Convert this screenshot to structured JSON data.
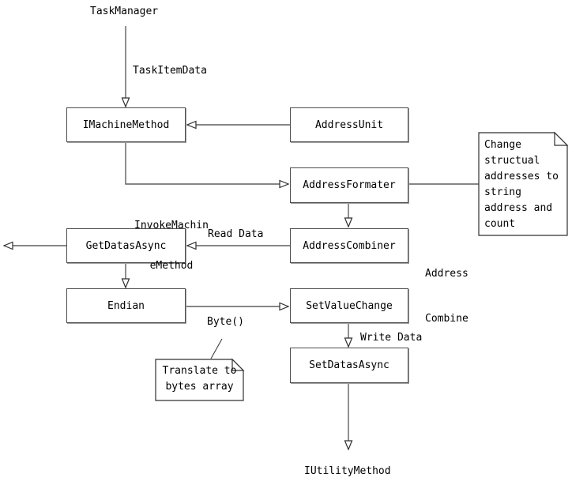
{
  "diagram": {
    "type": "flowchart",
    "nodes": {
      "imachinemethod": {
        "label": "IMachineMethod"
      },
      "addressunit": {
        "label": "AddressUnit"
      },
      "addressformater": {
        "label": "AddressFormater"
      },
      "addresscombiner": {
        "label": "AddressCombiner"
      },
      "getdatasasync": {
        "label": "GetDatasAsync"
      },
      "endian": {
        "label": "Endian"
      },
      "setvaluechange": {
        "label": "SetValueChange"
      },
      "setdatasasync": {
        "label": "SetDatasAsync"
      }
    },
    "labels": {
      "taskmanager": "TaskManager",
      "taskitemdata": "TaskItemData",
      "invokemachinemethod_line1": "InvokeMachin",
      "invokemachinemethod_line2": "eMethod",
      "read_data": "Read Data",
      "address_combine_line1": "Address",
      "address_combine_line2": "Combine",
      "byte": "Byte()",
      "write_data": "Write Data",
      "iutilitymethod": "IUtilityMethod"
    },
    "notes": {
      "change_addresses": {
        "lines": [
          "Change",
          "structual",
          "addresses to",
          "string",
          "address and",
          "count"
        ]
      },
      "translate_bytes": {
        "lines": [
          "Translate to",
          "bytes array"
        ]
      }
    },
    "edges": [
      {
        "from": "TaskManager",
        "to": "IMachineMethod",
        "label": "TaskItemData"
      },
      {
        "from": "AddressUnit",
        "to": "IMachineMethod",
        "label": ""
      },
      {
        "from": "IMachineMethod",
        "to": "AddressFormater",
        "label": "InvokeMachineMethod"
      },
      {
        "from": "AddressFormater",
        "to": "note:change_addresses",
        "label": ""
      },
      {
        "from": "AddressFormater",
        "to": "AddressCombiner",
        "label": "Address Combine"
      },
      {
        "from": "AddressCombiner",
        "to": "GetDatasAsync",
        "label": "Read Data"
      },
      {
        "from": "GetDatasAsync",
        "to": "left-edge",
        "label": ""
      },
      {
        "from": "GetDatasAsync",
        "to": "Endian",
        "label": ""
      },
      {
        "from": "Endian",
        "to": "SetValueChange",
        "label": "Byte()"
      },
      {
        "from": "SetValueChange",
        "to": "SetDatasAsync",
        "label": "Write Data"
      },
      {
        "from": "SetDatasAsync",
        "to": "IUtilityMethod",
        "label": ""
      }
    ],
    "colors": {
      "background": "#ffffff",
      "line": "#5f5f5f",
      "box_border": "#4d4d4d",
      "text": "#000000"
    }
  }
}
